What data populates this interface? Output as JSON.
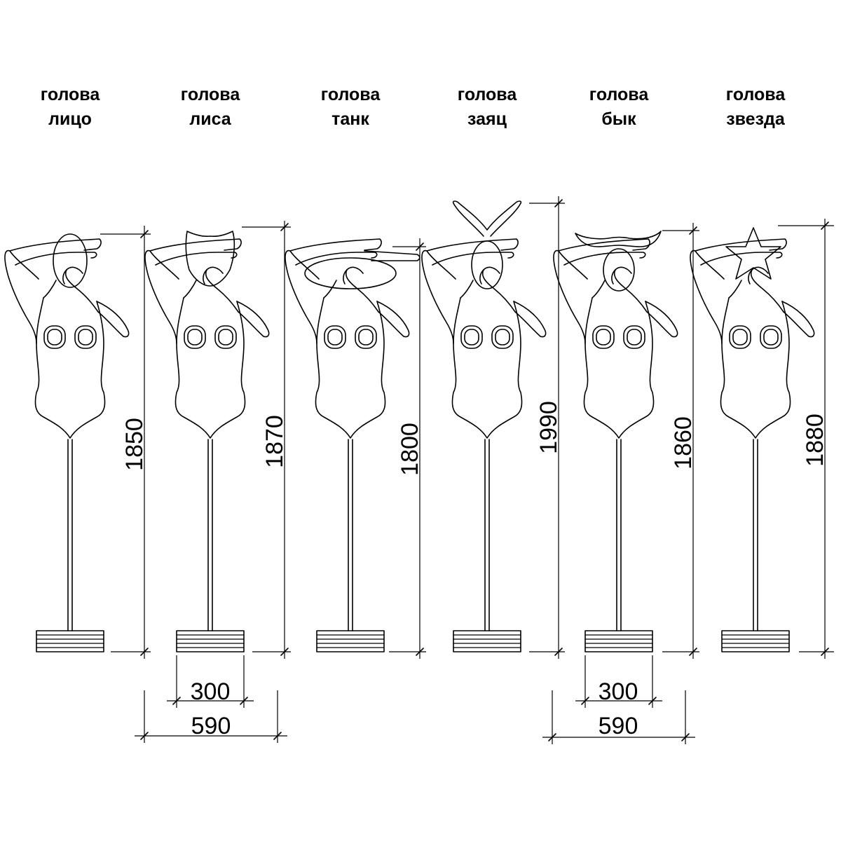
{
  "mannequins": [
    {
      "line1": "голова",
      "line2": "лицо",
      "height": "1850",
      "head": "face"
    },
    {
      "line1": "голова",
      "line2": "лиса",
      "height": "1870",
      "head": "fox"
    },
    {
      "line1": "голова",
      "line2": "танк",
      "height": "1800",
      "head": "tank"
    },
    {
      "line1": "голова",
      "line2": "заяц",
      "height": "1990",
      "head": "hare"
    },
    {
      "line1": "голова",
      "line2": "бык",
      "height": "1860",
      "head": "bull"
    },
    {
      "line1": "голова",
      "line2": "звезда",
      "height": "1880",
      "head": "star"
    }
  ],
  "dimensions": {
    "base_width": "300",
    "footprint_width": "590"
  }
}
